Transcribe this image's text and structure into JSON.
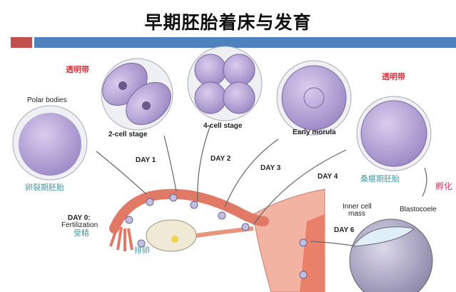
{
  "title": "早期胚胎着床与发育",
  "labels": {
    "zona_left": "透明带",
    "zona_right": "透明带",
    "polar_bodies": "Polar bodies",
    "two_cell": "2-cell stage",
    "four_cell": "4-cell stage",
    "early_morula": "Early morula",
    "cleavage_embryo": "卵裂期胚胎",
    "morula_embryo": "桑椹期胚胎",
    "hatching": "孵化",
    "day0": "DAY 0:",
    "fertilization": "Fertilization",
    "fertilization_cn": "受精",
    "ovulation": "排卵",
    "day1": "DAY 1",
    "day2": "DAY 2",
    "day3": "DAY 3",
    "day4": "DAY 4",
    "day6": "DAY 6",
    "inner_cell_mass_1": "Inner cell",
    "inner_cell_mass_2": "mass",
    "blastocoele": "Blastocoele"
  },
  "colors": {
    "accent_red": "#c0504d",
    "accent_blue": "#4f81bd",
    "cell": "#b9a9d6",
    "tissue": "#e8806a"
  }
}
